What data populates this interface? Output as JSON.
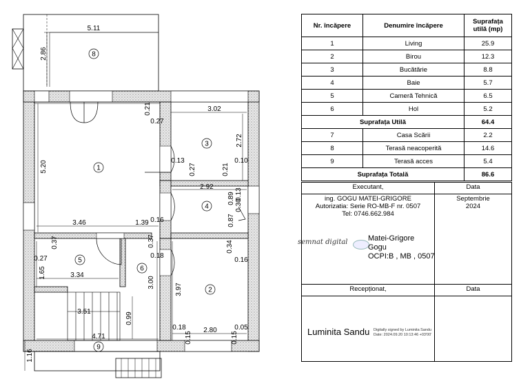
{
  "rooms": [
    {
      "n": "1"
    },
    {
      "n": "2"
    },
    {
      "n": "3"
    },
    {
      "n": "4"
    },
    {
      "n": "5"
    },
    {
      "n": "6"
    },
    {
      "n": "8"
    },
    {
      "n": "9"
    }
  ],
  "dimensions": {
    "terrace_width": "5.11",
    "terrace_depth": "2.86",
    "d_021": "0.21",
    "d_027a": "0.27",
    "r3_width": "3.02",
    "r3_height": "2.72",
    "d_013": "0.13",
    "d_027b": "0.27",
    "d_021b": "0.21",
    "d_010": "0.10",
    "living_height": "5.20",
    "r4_width": "2.92",
    "d_089": "0.89",
    "d_013b": "0.13",
    "d_030": "0.30",
    "d_087": "0.87",
    "living_width": "3.46",
    "d_139": "1.39",
    "d_016a": "0.16",
    "d_037a": "0.37",
    "d_037b": "0.37",
    "d_034": "0.34",
    "d_027c": "0.27",
    "d_018a": "0.18",
    "d_016b": "0.16",
    "r5_height": "1.65",
    "r5_width": "3.34",
    "hall_height": "3.00",
    "r2_height": "3.97",
    "stair_width": "3.51",
    "d_099": "0.99",
    "d_018b": "0.18",
    "d_005": "0.05",
    "d_015a": "0.15",
    "r2_width": "2.80",
    "d_015b": "0.15",
    "entry_width": "4.71",
    "d_116": "1.16"
  },
  "table": {
    "headers": [
      "Nr. încăpere",
      "Denumire încăpere",
      "Suprafața utilă (mp)"
    ],
    "rows": [
      {
        "nr": "1",
        "name": "Living",
        "area": "25.9"
      },
      {
        "nr": "2",
        "name": "Birou",
        "area": "12.3"
      },
      {
        "nr": "3",
        "name": "Bucătărie",
        "area": "8.8"
      },
      {
        "nr": "4",
        "name": "Baie",
        "area": "5.7"
      },
      {
        "nr": "5",
        "name": "Cameră Tehnică",
        "area": "6.5"
      },
      {
        "nr": "6",
        "name": "Hol",
        "area": "5.2"
      }
    ],
    "useful_total_label": "Suprafața Utilă",
    "useful_total_value": "64.4",
    "rows2": [
      {
        "nr": "7",
        "name": "Casa Scării",
        "area": "2.2"
      },
      {
        "nr": "8",
        "name": "Terasă neacoperită",
        "area": "14.6"
      },
      {
        "nr": "9",
        "name": "Terasă acces",
        "area": "5.4"
      }
    ],
    "grand_total_label": "Suprafața Totală",
    "grand_total_value": "86.6"
  },
  "signatures": {
    "executant_label": "Executant,",
    "data_label": "Data",
    "executant_lines": [
      "ing. GOGU MATEI-GRIGORE",
      "Autorizatia: Serie RO-MB-F nr. 0507",
      "Tel: 0746.662.984"
    ],
    "executant_date": [
      "Septembrie",
      "2024"
    ],
    "digital_sign_text": "semnat digital",
    "digital_name_lines": [
      "Matei-Grigore",
      "Gogu",
      "OCPI:B , MB , 0507"
    ],
    "receptionat_label": "Recepționat,",
    "data_label2": "Data",
    "receiver_name": "Luminita Sandu",
    "receiver_digital_lines": [
      "Digitally signed by Luminita Sandu",
      "Date: 2024.09.20 10:13:46 +03'00'"
    ]
  }
}
